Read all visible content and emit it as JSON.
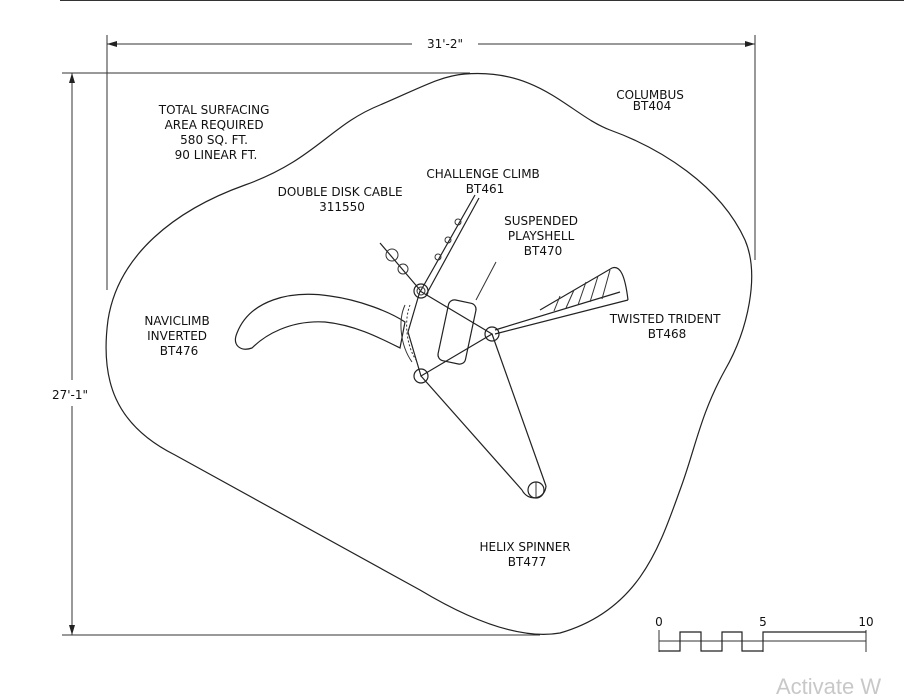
{
  "dimensions": {
    "width": "31'-2\"",
    "height": "27'-1\""
  },
  "surfacing_note": [
    "TOTAL SURFACING",
    "AREA REQUIRED",
    "580 SQ. FT.",
    "90 LINEAR FT."
  ],
  "components": [
    {
      "name": "COLUMBUS",
      "code": "BT404"
    },
    {
      "name": "CHALLENGE CLIMB",
      "code": "BT461"
    },
    {
      "name": "DOUBLE DISK CABLE",
      "code": "311550"
    },
    {
      "name": "SUSPENDED PLAYSHELL",
      "code": "BT470",
      "lines": [
        "SUSPENDED",
        "PLAYSHELL",
        "BT470"
      ]
    },
    {
      "name": "NAVICLIMB INVERTED",
      "code": "BT476",
      "lines": [
        "NAVICLIMB",
        "INVERTED",
        "BT476"
      ]
    },
    {
      "name": "TWISTED TRIDENT",
      "code": "BT468"
    },
    {
      "name": "HELIX SPINNER",
      "code": "BT477"
    }
  ],
  "scale_bar": {
    "ticks": [
      "0",
      "5",
      "10"
    ]
  },
  "watermark": "Activate W"
}
